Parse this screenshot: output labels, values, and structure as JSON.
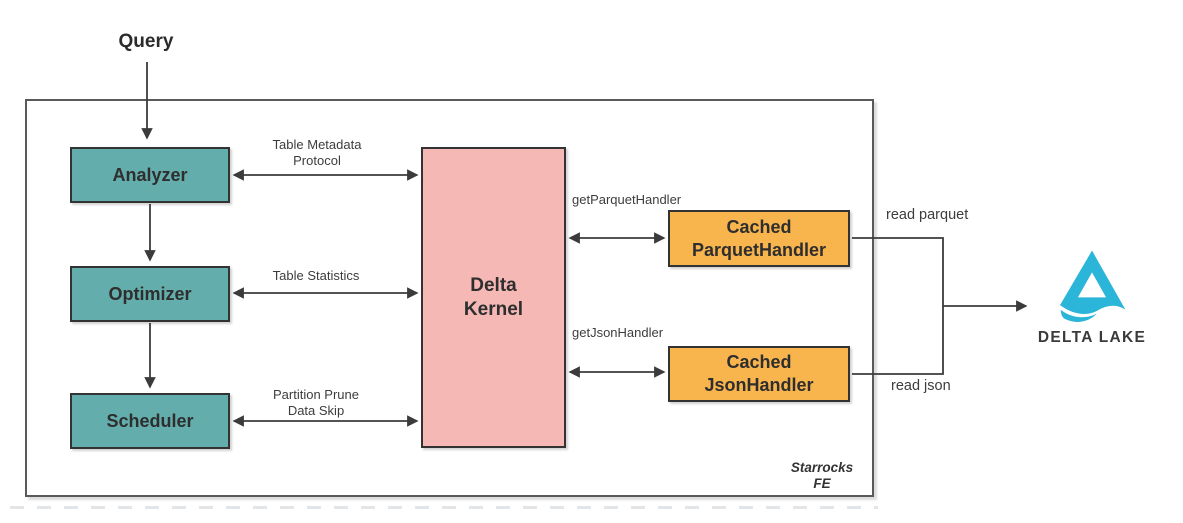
{
  "query": {
    "label": "Query"
  },
  "container": {
    "name_line1": "Starrocks",
    "name_line2": "FE"
  },
  "nodes": {
    "analyzer": {
      "label": "Analyzer"
    },
    "optimizer": {
      "label": "Optimizer"
    },
    "scheduler": {
      "label": "Scheduler"
    },
    "kernel": {
      "line1": "Delta",
      "line2": "Kernel"
    },
    "parquet_handler": {
      "line1": "Cached",
      "line2": "ParquetHandler"
    },
    "json_handler": {
      "line1": "Cached",
      "line2": "JsonHandler"
    }
  },
  "edges": {
    "analyzer_kernel": {
      "line1": "Table Metadata",
      "line2": "Protocol"
    },
    "optimizer_kernel": {
      "label": "Table Statistics"
    },
    "scheduler_kernel": {
      "line1": "Partition Prune",
      "line2": "Data Skip"
    },
    "kernel_parquet": {
      "label": "getParquetHandler"
    },
    "kernel_json": {
      "label": "getJsonHandler"
    },
    "parquet_out": {
      "label": "read parquet"
    },
    "json_out": {
      "label": "read json"
    }
  },
  "delta_lake": {
    "wordmark": "DELTA LAKE"
  },
  "colors": {
    "teal_box": "#63aeac",
    "pink_box": "#f5b8b5",
    "orange_box": "#f9b54d",
    "box_border": "#333333",
    "container_border": "#595959",
    "arrow": "#3b3b3b",
    "delta_lake_cyan": "#2bb5d8",
    "label_text": "#3d3d3d"
  }
}
